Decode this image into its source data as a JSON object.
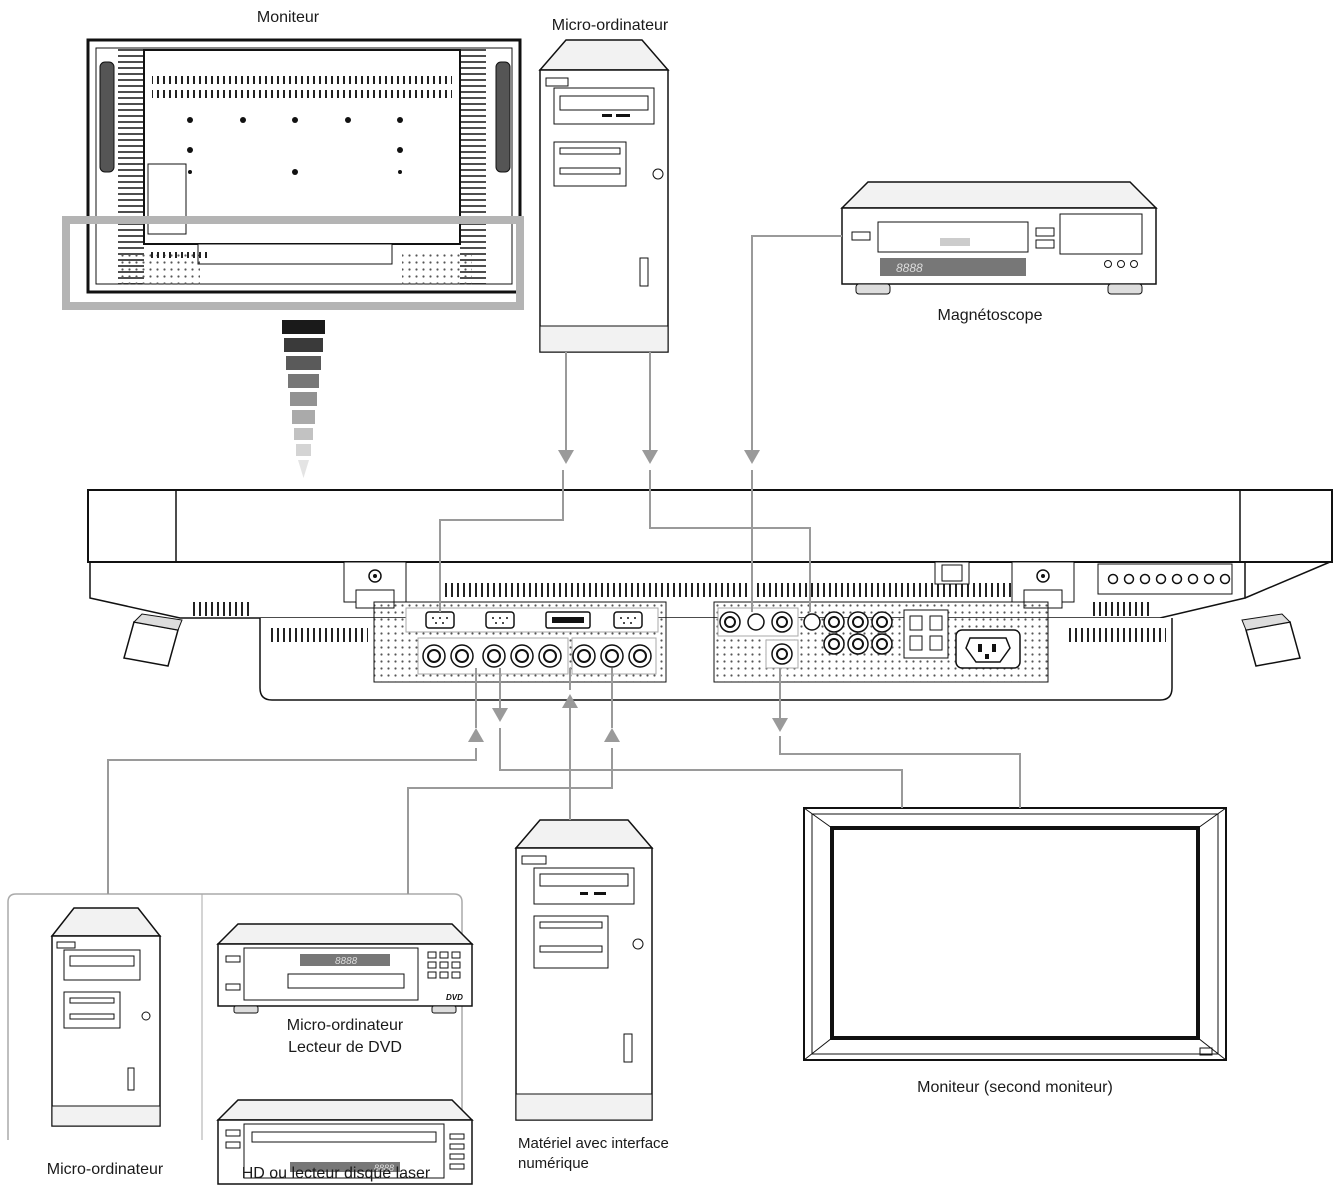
{
  "labels": {
    "monitor_top": "Moniteur",
    "pc_top": "Micro-ordinateur",
    "vcr": "Magnétoscope",
    "pc_bottom_left": "Micro-ordinateur",
    "dvd_line1": "Micro-ordinateur",
    "dvd_line2": "Lecteur de DVD",
    "hd_laser": "HD ou lecteur disque laser",
    "digital_line1": "Matériel avec interface",
    "digital_line2": "numérique",
    "second_monitor": "Moniteur (second moniteur)",
    "vcr_display": "8888",
    "dvd_display": "8888",
    "dvd_logo": "DVD",
    "laser_display": "8888"
  },
  "colors": {
    "cable": "#9a9a9a",
    "outline": "#1a1a1a",
    "device_fill": "#f2f2f2",
    "highlight_frame": "#b4b4b4",
    "panel_dots": "#555555"
  },
  "icons": {
    "arrow": "arrow-down-icon",
    "gradient_pointer": "gradient-pointer-icon"
  }
}
